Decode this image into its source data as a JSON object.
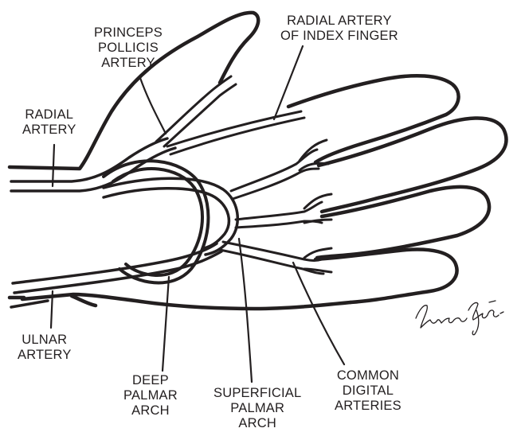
{
  "labels": {
    "princeps": [
      "PRINCEPS",
      "POLLICIS",
      "ARTERY"
    ],
    "radial_index": [
      "RADIAL ARTERY",
      "OF INDEX FINGER"
    ],
    "radial": [
      "RADIAL",
      "ARTERY"
    ],
    "ulnar": [
      "ULNAR",
      "ARTERY"
    ],
    "deep": [
      "DEEP",
      "PALMAR",
      "ARCH"
    ],
    "superficial": [
      "SUPERFICIAL",
      "PALMAR",
      "ARCH"
    ],
    "common": [
      "COMMON",
      "DIGITAL",
      "ARTERIES"
    ]
  },
  "signature_text": "Luciano Lozano",
  "colors": {
    "ink": "#231f20",
    "background": "#ffffff"
  }
}
